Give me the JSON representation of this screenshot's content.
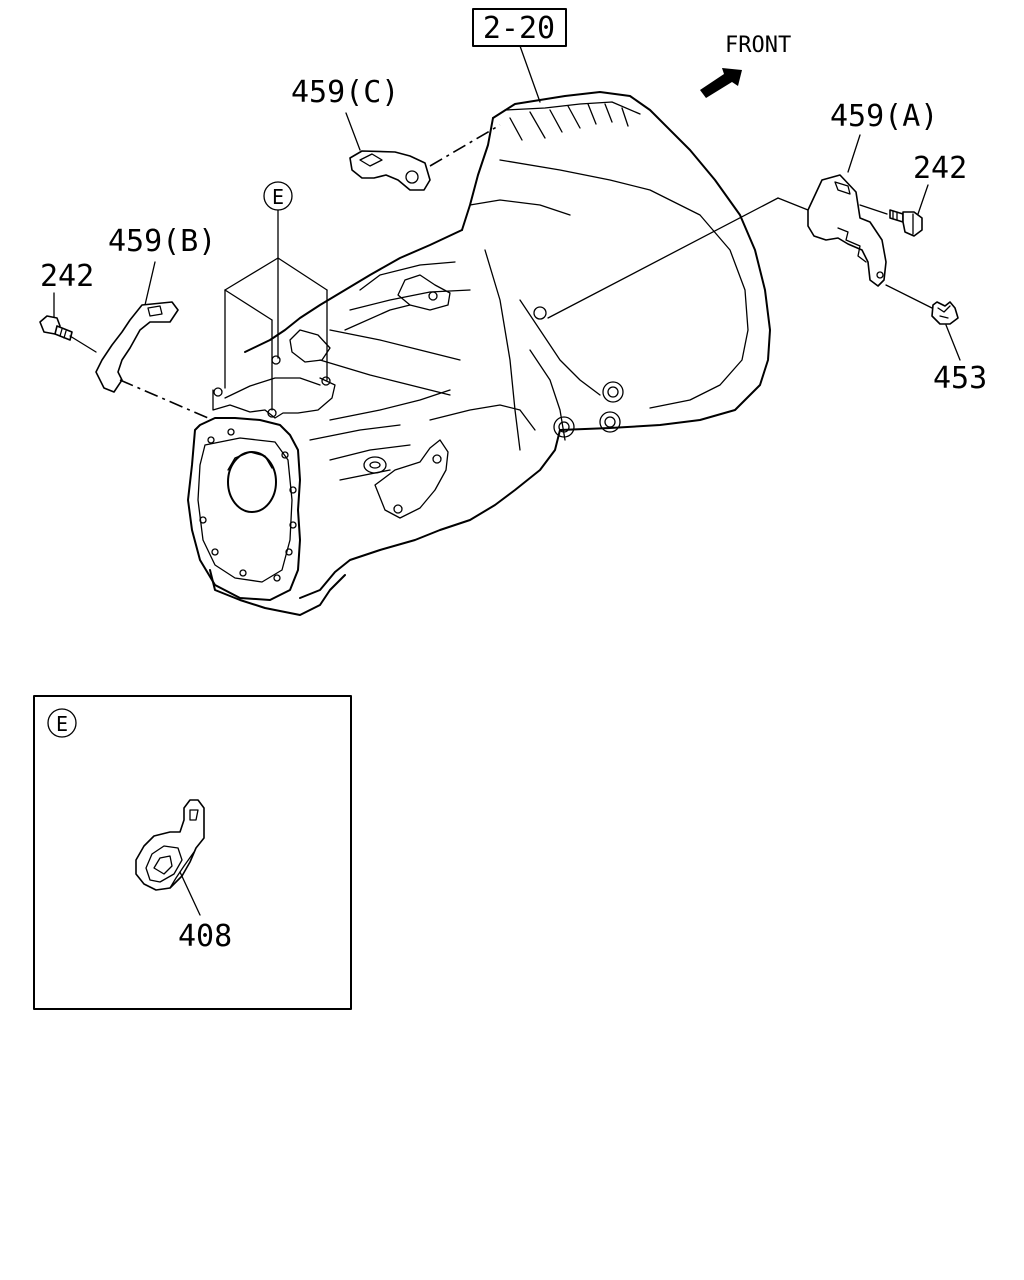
{
  "diagram": {
    "reference_label": "2-20",
    "direction_label": "FRONT",
    "detail_marker": "E",
    "detail_box_marker": "E",
    "callouts": {
      "bracket_c": "459(C)",
      "bracket_a": "459(A)",
      "bracket_b": "459(B)",
      "bolt_right": "242",
      "bolt_left": "242",
      "clip": "453",
      "clamp": "408"
    }
  }
}
